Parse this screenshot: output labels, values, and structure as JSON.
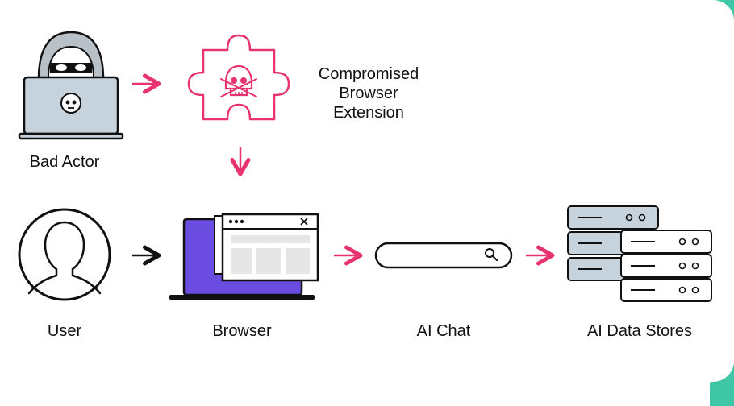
{
  "nodes": {
    "bad_actor": {
      "label": "Bad Actor"
    },
    "extension": {
      "label_lines": [
        "Compromised",
        "Browser",
        "Extension"
      ]
    },
    "user": {
      "label": "User"
    },
    "browser": {
      "label": "Browser"
    },
    "ai_chat": {
      "label": "AI Chat"
    },
    "ai_data_stores": {
      "label": "AI Data Stores"
    }
  },
  "colors": {
    "accent": "#e8336e",
    "ink": "#111111",
    "laptop_fill": "#c6d3dd",
    "browser_screen": "#6a4de0",
    "panel_fill": "#e6e6e6",
    "server_fill": "#c6d3dd",
    "corner": "#3fc6a4"
  },
  "icons": [
    "hacker-icon",
    "puzzle-skull-icon",
    "user-icon",
    "browser-icon",
    "search-bar-icon",
    "server-stack-icon"
  ]
}
